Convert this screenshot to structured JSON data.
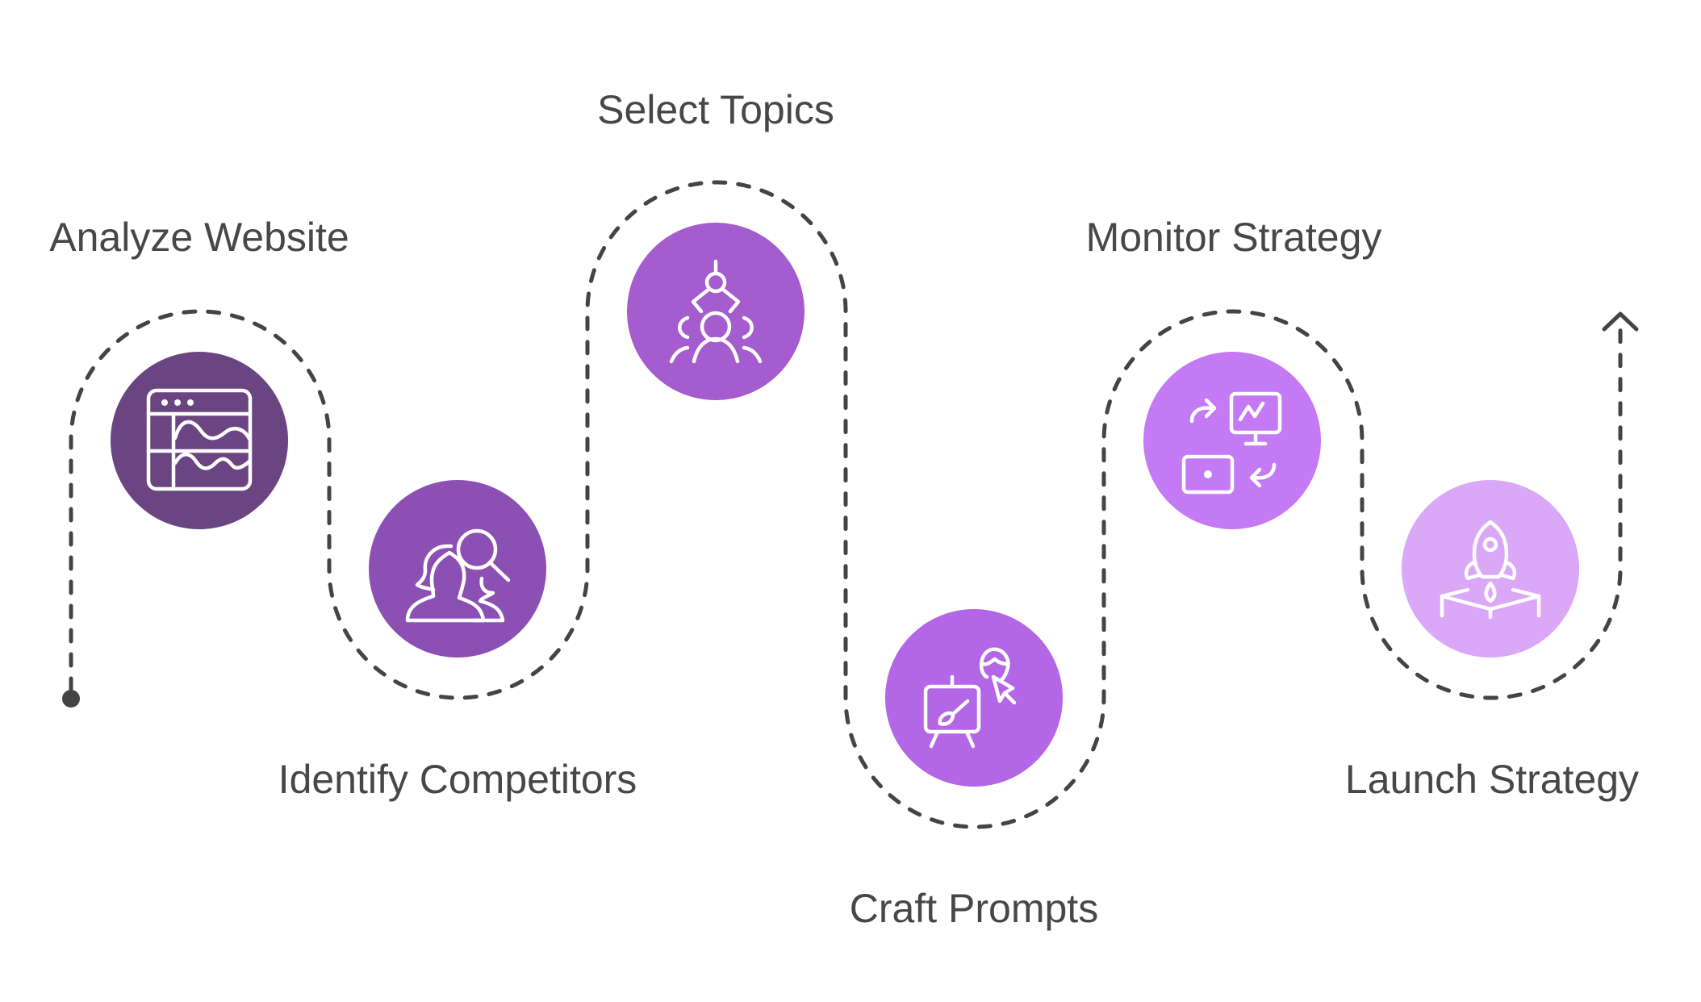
{
  "diagram": {
    "type": "serpentine-process-flow",
    "line_color": "#444444",
    "label_color": "#474747",
    "steps": [
      {
        "order": 1,
        "label": "Analyze Website",
        "icon": "website-analytics-icon",
        "color": "#6B4581",
        "label_side": "top"
      },
      {
        "order": 2,
        "label": "Identify Competitors",
        "icon": "people-search-icon",
        "color": "#8C4FB4",
        "label_side": "bottom"
      },
      {
        "order": 3,
        "label": "Select Topics",
        "icon": "claw-select-people-icon",
        "color": "#A45CCF",
        "label_side": "top"
      },
      {
        "order": 4,
        "label": "Craft Prompts",
        "icon": "easel-cursor-icon",
        "color": "#B366E6",
        "label_side": "bottom"
      },
      {
        "order": 5,
        "label": "Monitor Strategy",
        "icon": "monitor-exchange-icon",
        "color": "#C479F5",
        "label_side": "top"
      },
      {
        "order": 6,
        "label": "Launch Strategy",
        "icon": "rocket-launch-icon",
        "color": "#DBA8F8",
        "label_side": "bottom"
      }
    ],
    "start_marker": "dot",
    "end_marker": "arrow-up"
  }
}
